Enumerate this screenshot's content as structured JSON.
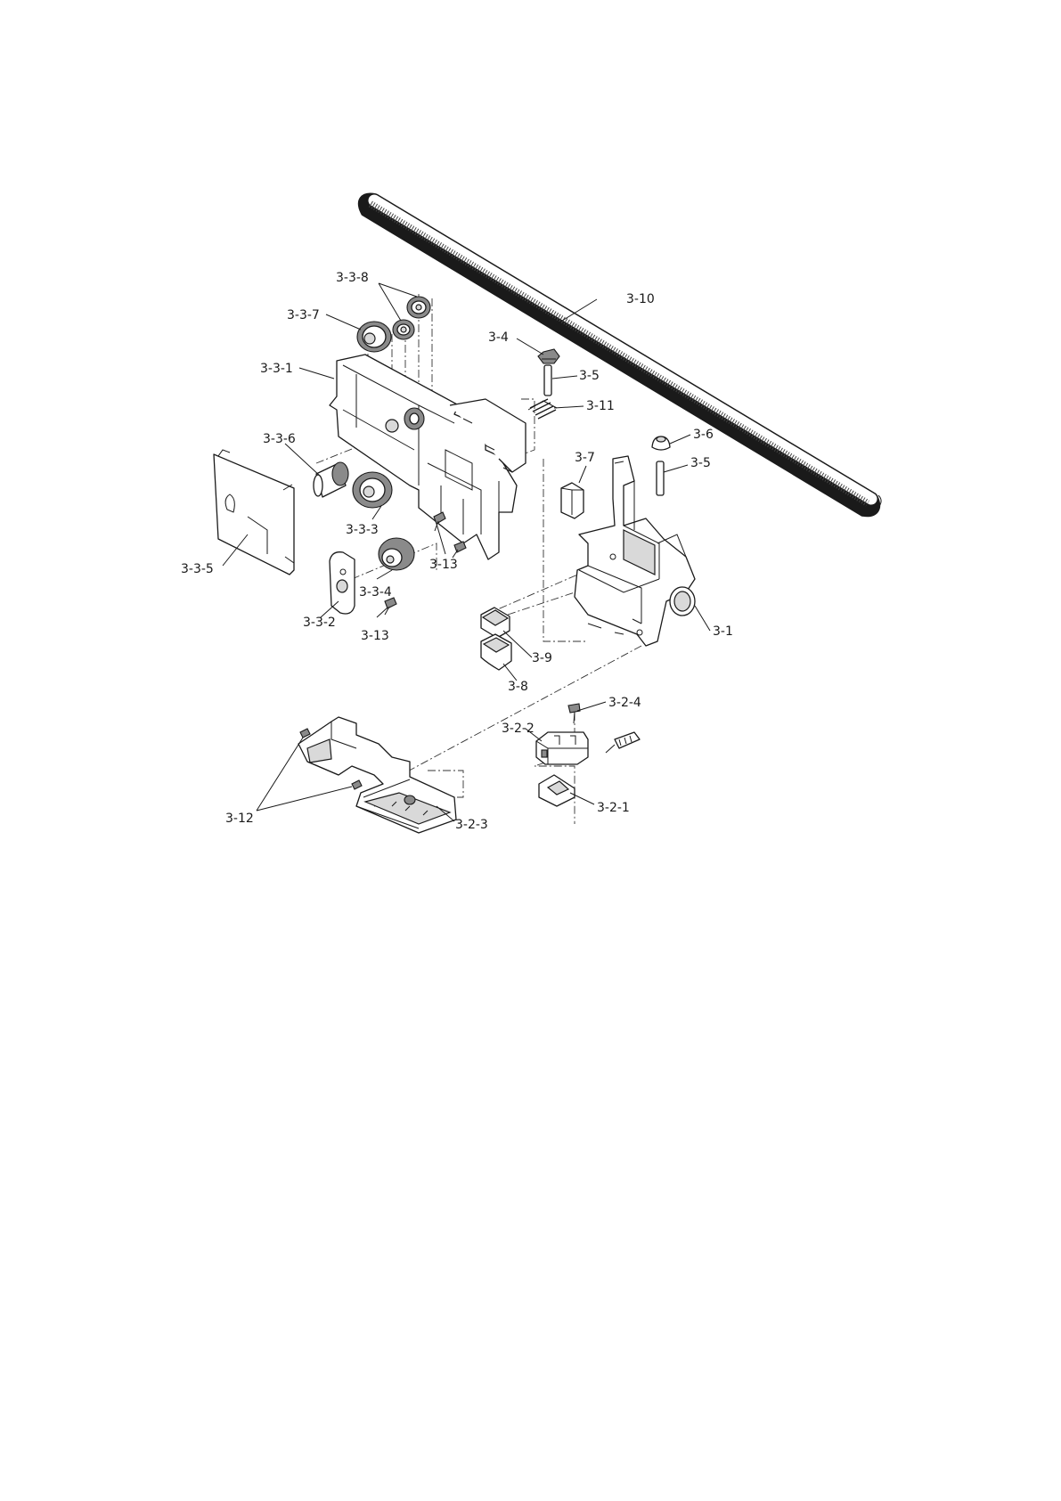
{
  "callouts": {
    "c_3_3_8": "3-3-8",
    "c_3_10": "3-10",
    "c_3_3_7": "3-3-7",
    "c_3_4": "3-4",
    "c_3_3_1": "3-3-1",
    "c_3_5a": "3-5",
    "c_3_11": "3-11",
    "c_3_3_6": "3-3-6",
    "c_3_6": "3-6",
    "c_3_5b": "3-5",
    "c_3_7": "3-7",
    "c_3_3_3": "3-3-3",
    "c_3_13a": "3-13",
    "c_3_3_5": "3-3-5",
    "c_3_3_4": "3-3-4",
    "c_3_3_2": "3-3-2",
    "c_3_13b": "3-13",
    "c_3_1": "3-1",
    "c_3_9": "3-9",
    "c_3_8": "3-8",
    "c_3_2_4": "3-2-4",
    "c_3_2_2": "3-2-2",
    "c_3_2_1": "3-2-1",
    "c_3_12": "3-12",
    "c_3_2_3": "3-2-3"
  }
}
